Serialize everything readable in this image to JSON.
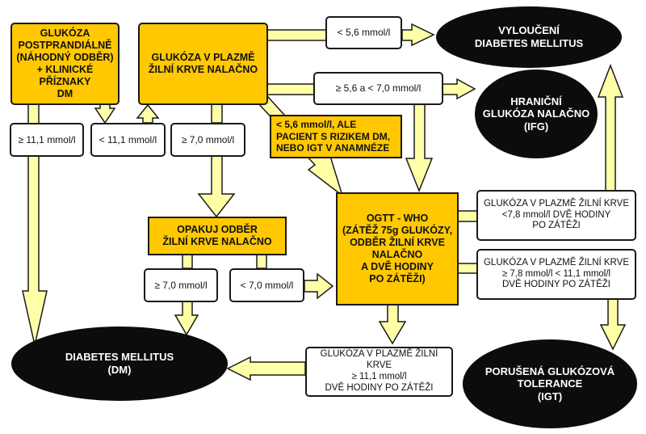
{
  "colors": {
    "box_fill": "#ffc800",
    "arrow_fill": "#ffffa8",
    "outcome_fill": "#0d0b0b",
    "outcome_text": "#ffffff"
  },
  "boxes": {
    "postprandial": "GLUKÓZA\nPOSTPRANDIÁLNĚ\n(NÁHODNÝ ODBĚR)\n+ KLINICKÉ PŘÍZNAKY\nDM",
    "fasting": "GLUKÓZA V PLAZMĚ\nŽILNÍ KRVE NALAČNO",
    "risk": "  <  5,6 mmol/l, ALE\nPACIENT S RIZIKEM DM,\nNEBO IGT V ANAMNÉZE",
    "repeat": "OPAKUJ ODBĚR\nŽILNÍ KRVE NALAČNO",
    "ogtt": "OGTT - WHO\n(ZÁTĚŽ 75g GLUKÓZY,\nODBĚR ŽILNÍ KRVE\nNALAČNO\nA DVĚ HODINY\nPO ZÁTĚŽI)"
  },
  "conditions": {
    "ge_11_1": "≥ 11,1 mmol/l",
    "lt_11_1": "< 11,1 mmol/l",
    "ge_7_0_a": "≥ 7,0 mmol/l",
    "lt_5_6": "< 5,6 mmol/l",
    "range_5_6_7_0": "≥ 5,6 a < 7,0 mmol/l",
    "ge_7_0_b": "≥ 7,0 mmol/l",
    "lt_7_0": "< 7,0 mmol/l",
    "ogtt_lt_7_8": "GLUKÓZA V PLAZMĚ ŽILNÍ KRVE\n<7,8 mmol/l DVĚ HODINY\nPO ZÁTĚŽI",
    "ogtt_7_8_11_1": "GLUKÓZA V PLAZMĚ ŽILNÍ KRVE\n≥ 7,8 mmol/l < 11,1 mmol/l\nDVĚ HODINY PO ZÁTĚŽI",
    "ogtt_ge_11_1": "GLUKÓZA V PLAZMĚ ŽILNÍ KRVE\n≥  11,1 mmol/l\nDVĚ HODINY PO ZÁTĚŽI"
  },
  "outcomes": {
    "excluded": "VYLOUČENÍ\nDIABETES MELLITUS",
    "ifg": "HRANIČNÍ\nGLUKÓZA NALAČNO\n(IFG)",
    "dm": "DIABETES MELLITUS\n(DM)",
    "igt": "PORUŠENÁ GLUKÓZOVÁ\nTOLERANCE\n(IGT)"
  }
}
